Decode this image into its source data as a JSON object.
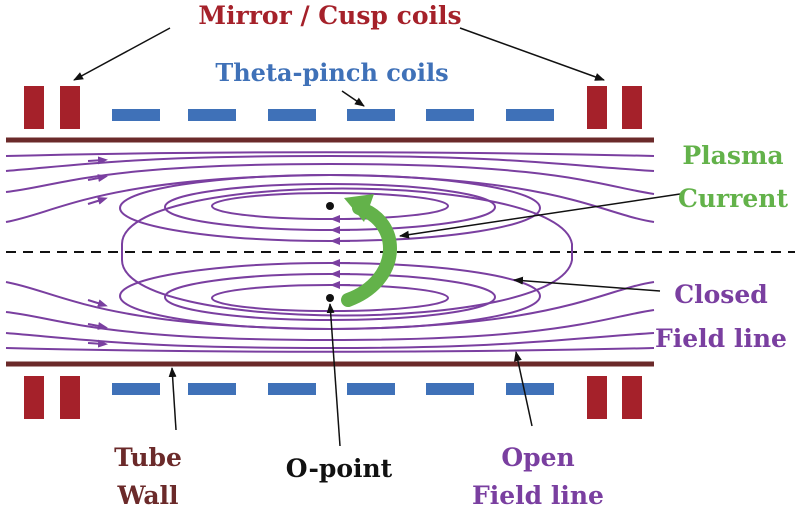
{
  "labels": {
    "mirror_cusp": "Mirror / Cusp coils",
    "theta_pinch": "Theta-pinch coils",
    "plasma_line1": "Plasma",
    "plasma_line2": "Current",
    "closed_line1": "Closed",
    "closed_line2": "Field line",
    "tube_line1": "Tube",
    "tube_line2": "Wall",
    "opoint": "O-point",
    "open_line1": "Open",
    "open_line2": "Field line"
  },
  "colors": {
    "mirror": "#a5212a",
    "theta": "#3f71b8",
    "tube": "#6b2a2a",
    "field": "#7a3fa0",
    "plasma": "#63b24a",
    "label_mirror": "#a5212a",
    "label_theta": "#3f71b8",
    "label_tube": "#6b2a2a",
    "label_black": "#111111"
  }
}
